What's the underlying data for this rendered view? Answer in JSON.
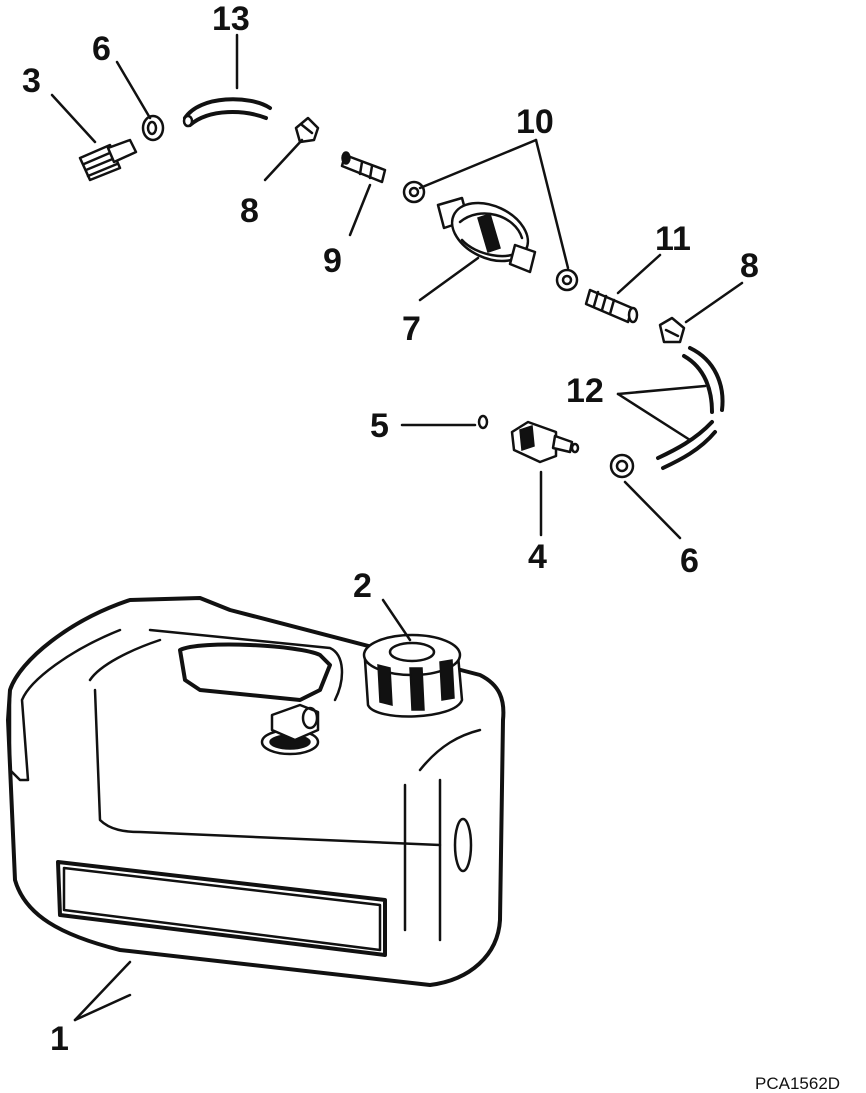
{
  "callouts": {
    "c1": "1",
    "c2": "2",
    "c3": "3",
    "c4": "4",
    "c5": "5",
    "c6a": "6",
    "c6b": "6",
    "c7": "7",
    "c8a": "8",
    "c8b": "8",
    "c9": "9",
    "c10": "10",
    "c11": "11",
    "c12": "12",
    "c13": "13"
  },
  "figure_code": "PCA1562D",
  "colors": {
    "ink": "#111111",
    "paper": "#ffffff"
  }
}
